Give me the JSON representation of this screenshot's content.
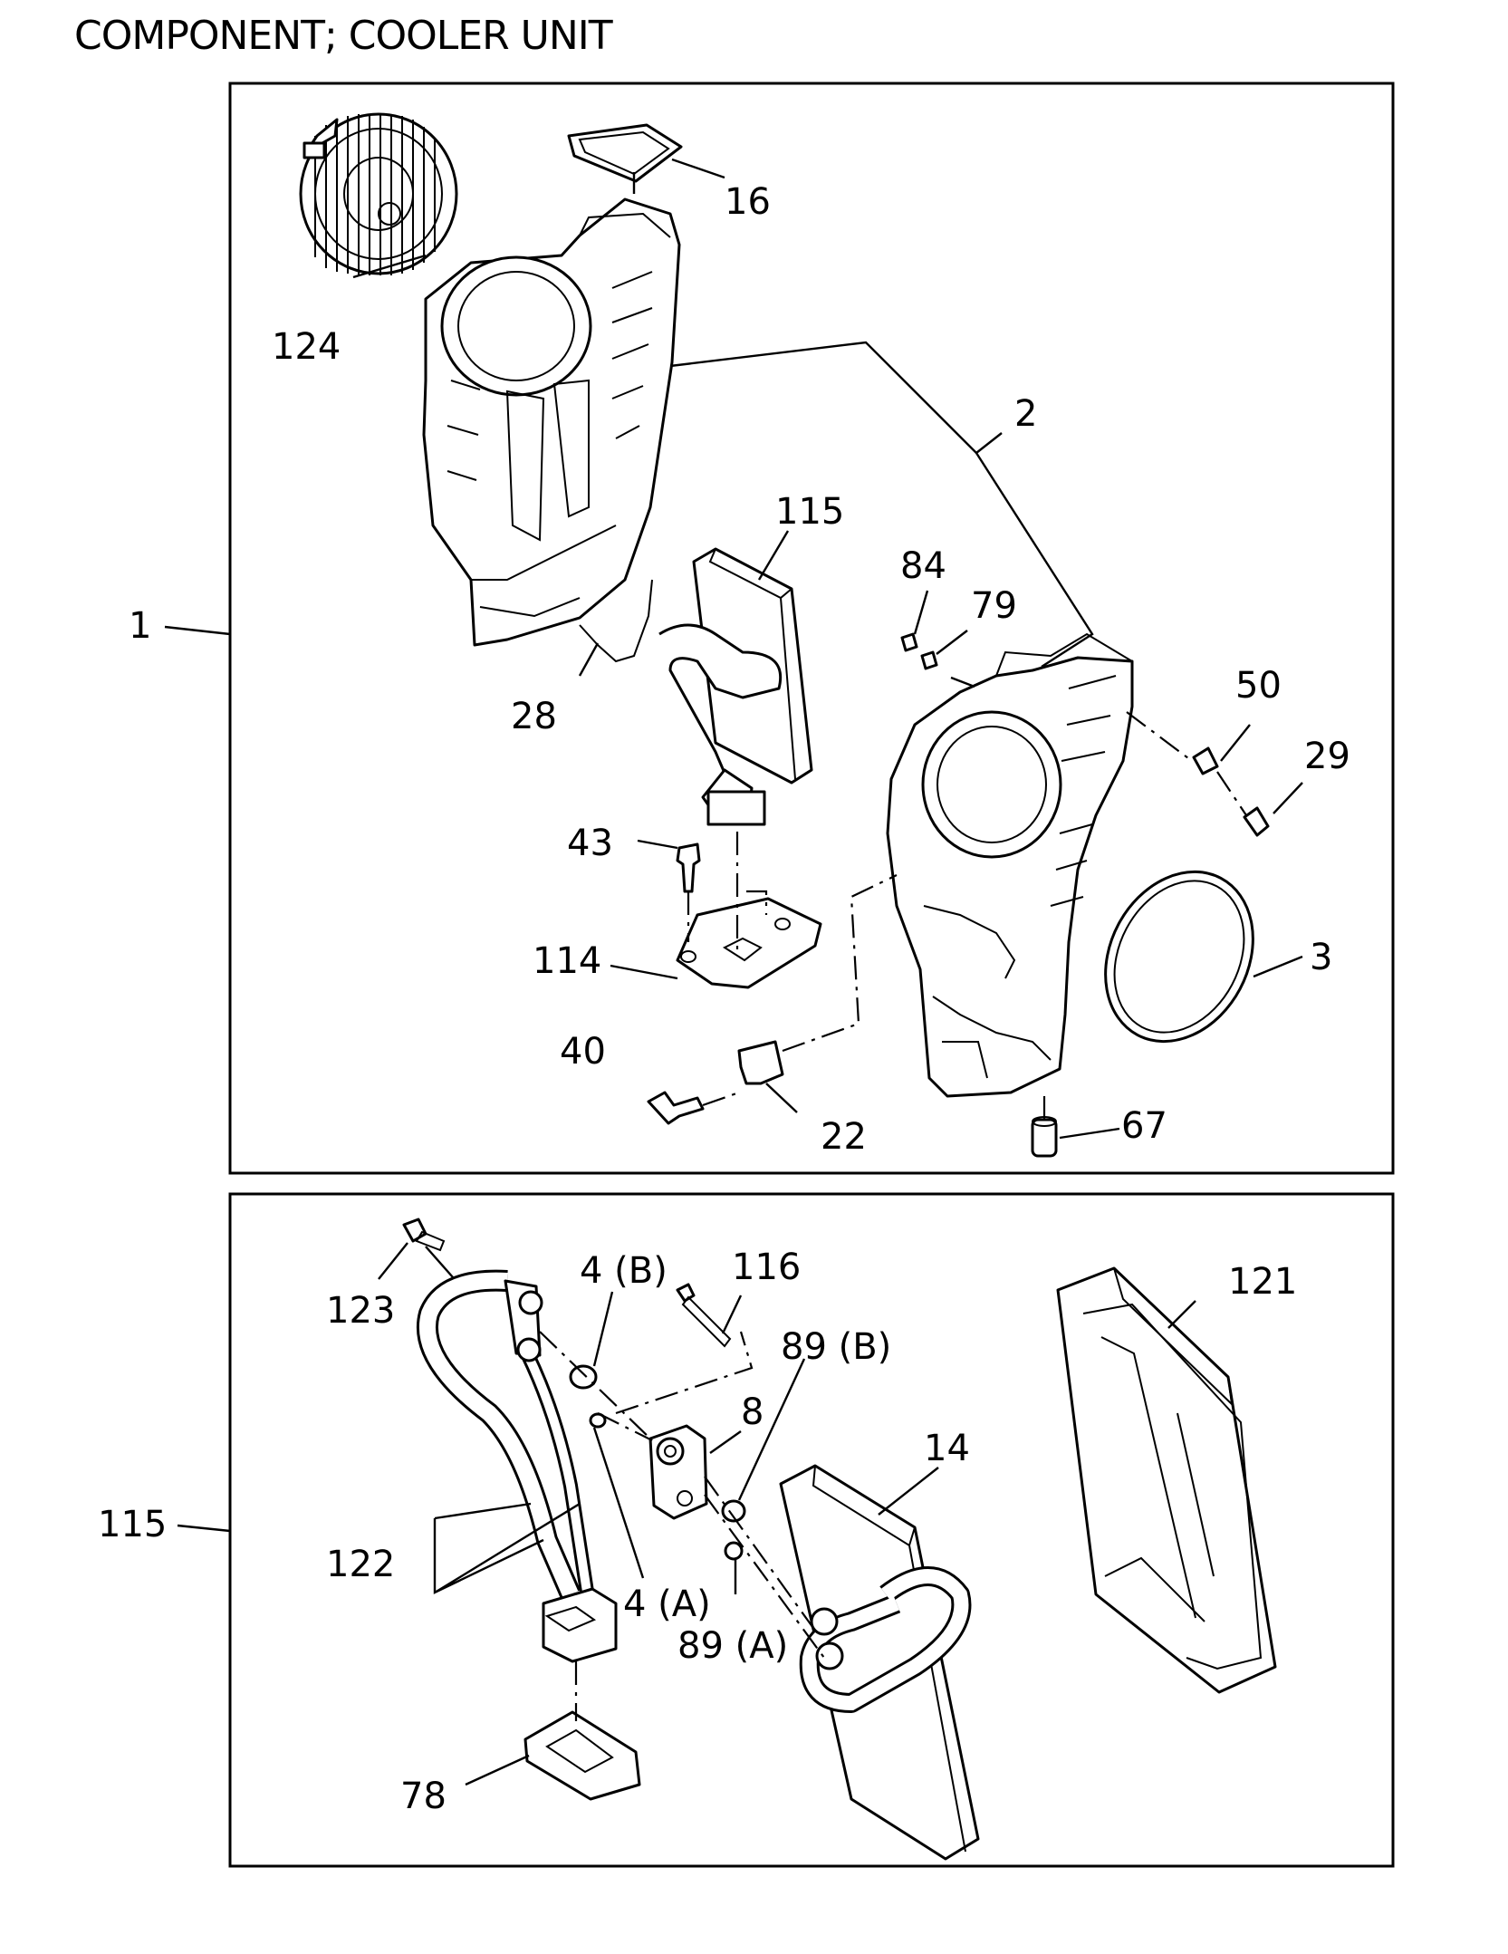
{
  "title": "COMPONENT; COOLER UNIT",
  "assemblies": {
    "upper": "1",
    "lower": "115"
  },
  "callouts": {
    "p124": "124",
    "p16": "16",
    "p2": "2",
    "p115a": "115",
    "p84": "84",
    "p79": "79",
    "p28": "28",
    "p50": "50",
    "p29": "29",
    "p43": "43",
    "p3": "3",
    "p114": "114",
    "p40": "40",
    "p22": "22",
    "p67": "67",
    "p123": "123",
    "p4b": "4 (B)",
    "p116": "116",
    "p121": "121",
    "p89b": "89 (B)",
    "p8": "8",
    "p14": "14",
    "p122": "122",
    "p4a": "4 (A)",
    "p89a": "89 (A)",
    "p78": "78"
  }
}
